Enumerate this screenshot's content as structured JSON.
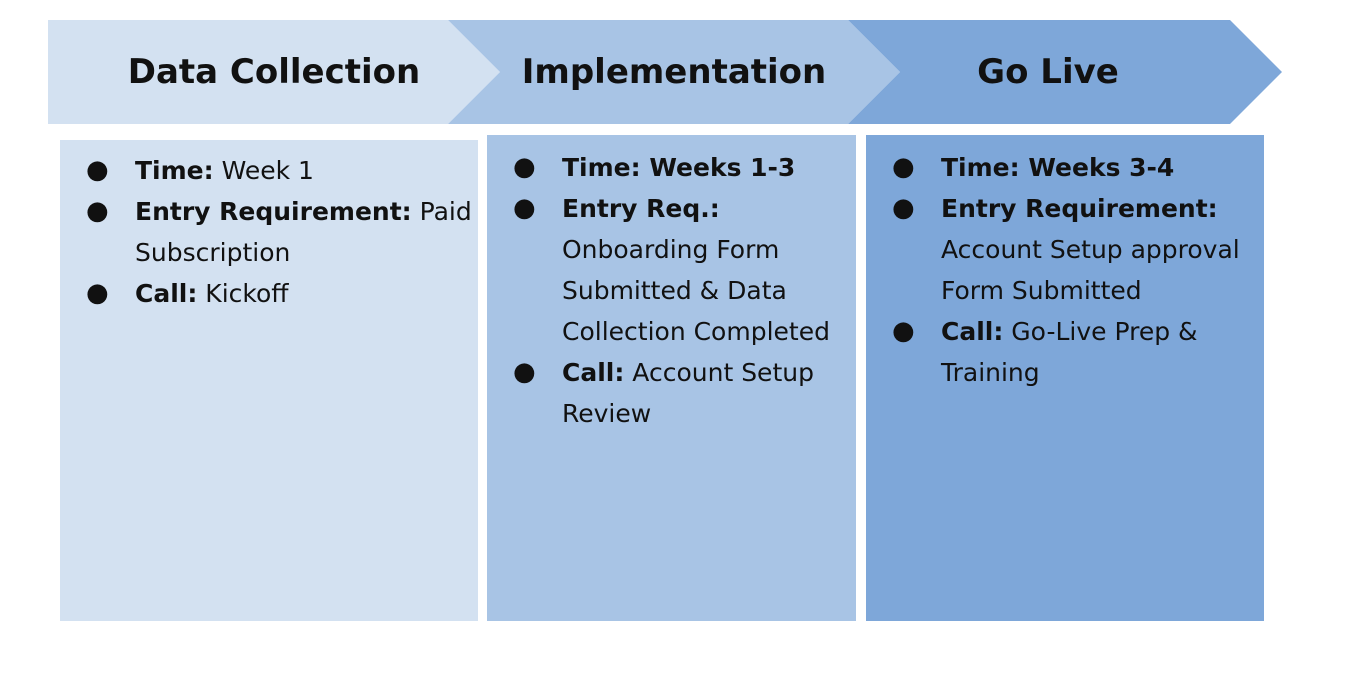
{
  "colors": {
    "stage_1": "#d3e1f1",
    "stage_2": "#a8c4e5",
    "stage_3": "#7ea7d9",
    "text": "#111111"
  },
  "stages": [
    {
      "title": "Data Collection",
      "items": [
        {
          "key": "Time:",
          "value": " Week 1",
          "value_bold": false
        },
        {
          "key": "Entry Requirement:",
          "value": " Paid Subscription",
          "value_bold": false
        },
        {
          "key": "Call:",
          "value": " Kickoff",
          "value_bold": false
        }
      ]
    },
    {
      "title": "Implementation",
      "items": [
        {
          "key": "Time:",
          "value": " Weeks 1-3",
          "value_bold": true
        },
        {
          "key": "Entry Req.:",
          "value": " Onboarding Form Submitted & Data Collection Completed",
          "value_bold": false
        },
        {
          "key": "Call:",
          "value": " Account Setup Review",
          "value_bold": false
        }
      ]
    },
    {
      "title": "Go Live",
      "items": [
        {
          "key": "Time:",
          "value": " Weeks 3-4",
          "value_bold": true
        },
        {
          "key": "Entry Requirement:",
          "value": " Account Setup approval Form Submitted",
          "value_bold": false
        },
        {
          "key": "Call:",
          "value": " Go-Live Prep & Training",
          "value_bold": false
        }
      ]
    }
  ]
}
